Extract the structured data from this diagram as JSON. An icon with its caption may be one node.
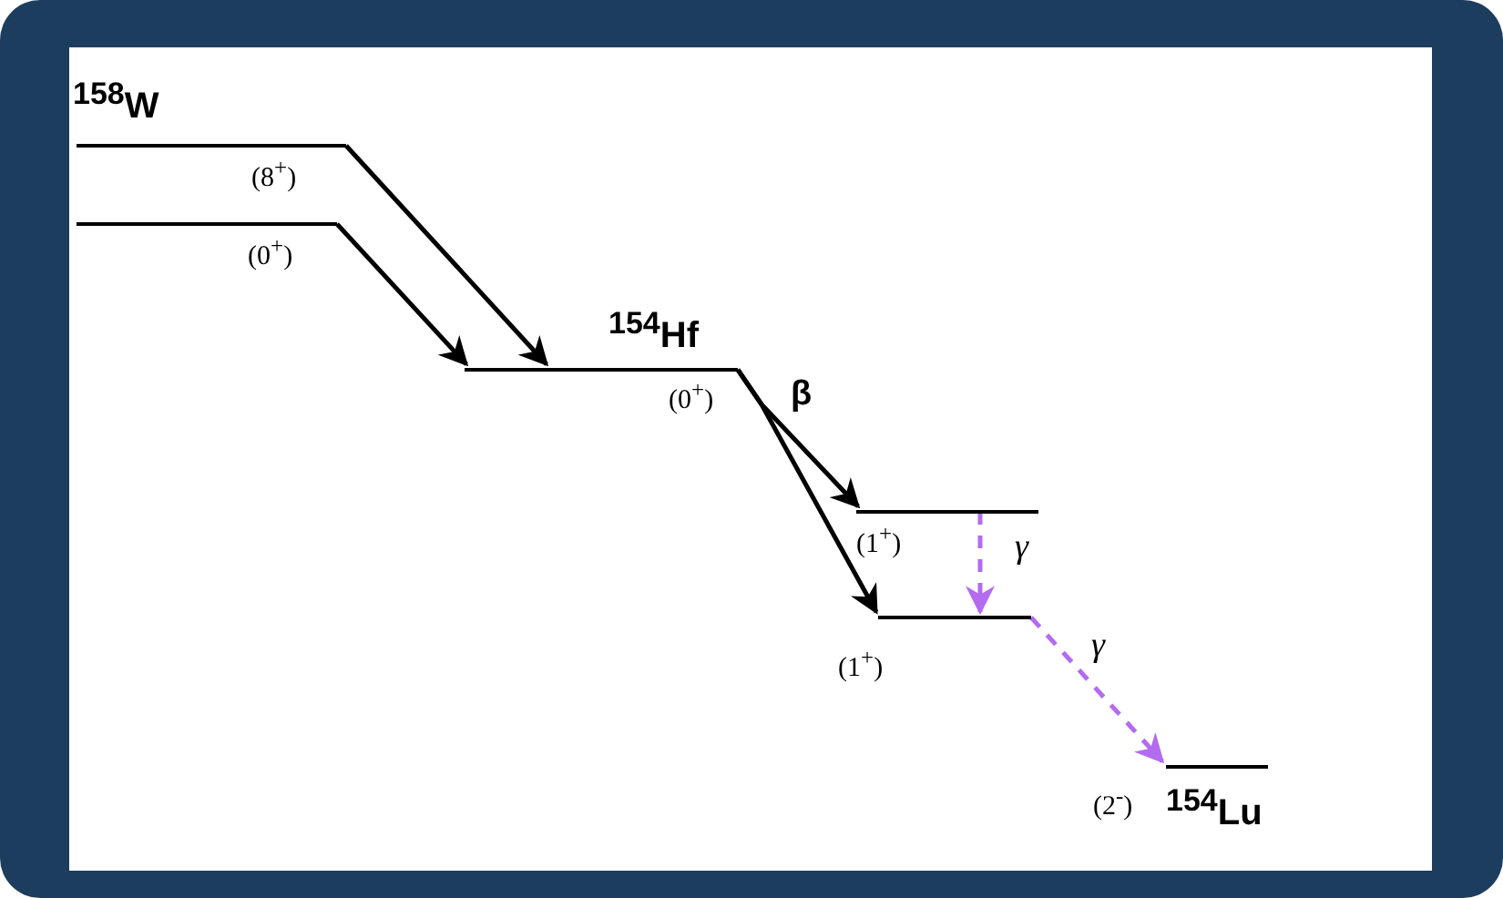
{
  "diagram": {
    "nodes": [
      {
        "text": [
          "(8$^{+}$)"
        ],
        "beside": [
          "$^{158}$W"
        ]
      },
      {
        "text": [
          "(0$^{+}$)"
        ]
      },
      {
        "text": [
          "(0$^{+}$)"
        ],
        "beside": [
          "$^{154}$Hf"
        ]
      },
      {
        "text": [
          "(1$^{+}$)"
        ]
      },
      {
        "text": [
          "(1$^{+}$)"
        ]
      },
      {
        "text": [
          "(2$^{-}$)"
        ],
        "beside": [
          "$^{154}$Lu"
        ]
      }
    ],
    "edges": [
      {
        "from": 0,
        "to": 2,
        "arrow": "to"
      },
      {
        "from": 1,
        "to": 2,
        "arrow": "to"
      },
      {
        "from": 2,
        "to": 3,
        "arrow": "to"
      },
      {
        "from": 2,
        "to": 4,
        "arrow": "to"
      },
      {
        "from": 3,
        "to": 4,
        "arrow": "to",
        "label": "γ",
        "style": "dashed",
        "color": "#b36bf0"
      },
      {
        "from": 4,
        "to": 5,
        "arrow": "to",
        "label": "γ",
        "style": "dashed",
        "color": "#b36bf0"
      }
    ],
    "labels": [
      "β"
    ]
  }
}
